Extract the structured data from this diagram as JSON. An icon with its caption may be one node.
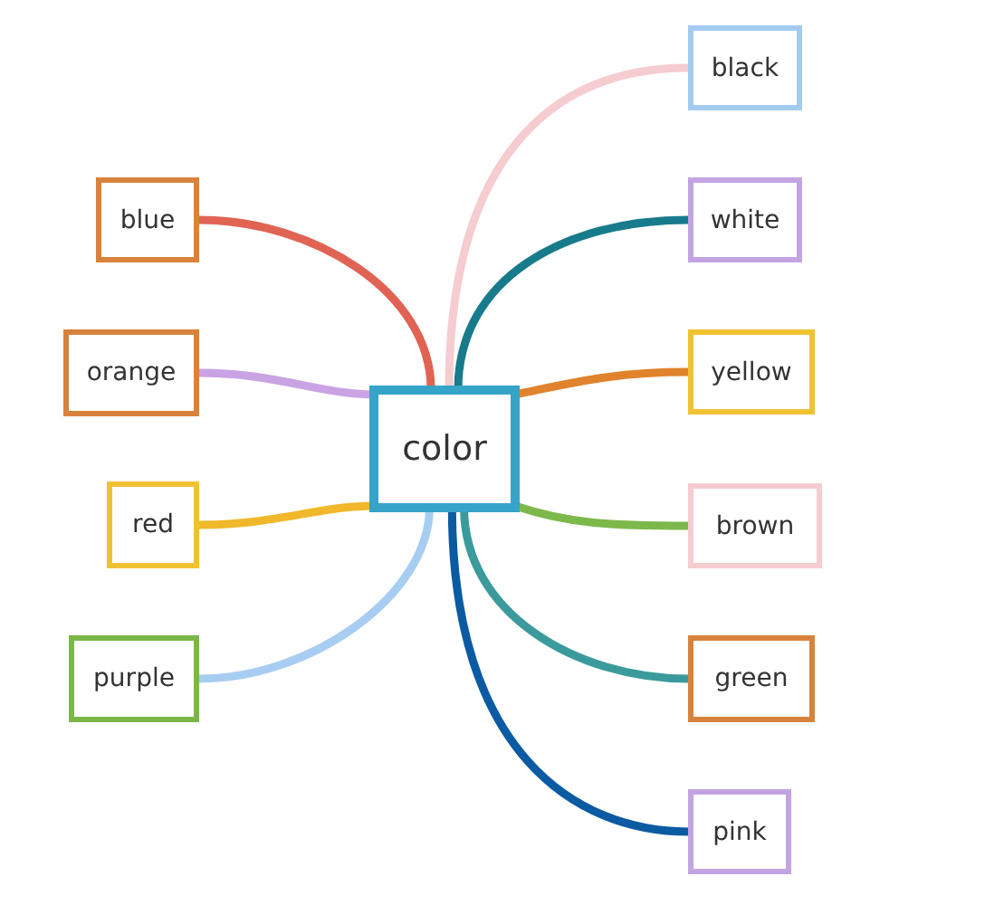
{
  "diagram": {
    "nodes": [
      {
        "text": [
          "color"
        ]
      },
      {
        "text": [
          "blue"
        ]
      },
      {
        "text": [
          "orange"
        ]
      },
      {
        "text": [
          "red"
        ]
      },
      {
        "text": [
          "purple"
        ]
      },
      {
        "text": [
          "black"
        ]
      },
      {
        "text": [
          "white"
        ]
      },
      {
        "text": [
          "yellow"
        ]
      },
      {
        "text": [
          "brown"
        ]
      },
      {
        "text": [
          "green"
        ]
      },
      {
        "text": [
          "pink"
        ]
      }
    ],
    "edges": [
      {
        "from": 0,
        "to": 1,
        "arrow": "none",
        "color": "#e06353"
      },
      {
        "from": 0,
        "to": 2,
        "arrow": "none",
        "color": "#c9a3e3"
      },
      {
        "from": 0,
        "to": 3,
        "arrow": "none",
        "color": "#f0b82a"
      },
      {
        "from": 0,
        "to": 4,
        "arrow": "none",
        "color": "#a8cdf2"
      },
      {
        "from": 0,
        "to": 5,
        "arrow": "none",
        "color": "#f5ccd0"
      },
      {
        "from": 0,
        "to": 6,
        "arrow": "none",
        "color": "#187b8c"
      },
      {
        "from": 0,
        "to": 7,
        "arrow": "none",
        "color": "#e0832c"
      },
      {
        "from": 0,
        "to": 8,
        "arrow": "none",
        "color": "#7cb84a"
      },
      {
        "from": 0,
        "to": 9,
        "arrow": "none",
        "color": "#3b9a9c"
      },
      {
        "from": 0,
        "to": 10,
        "arrow": "none",
        "color": "#0b5ba3"
      }
    ]
  }
}
